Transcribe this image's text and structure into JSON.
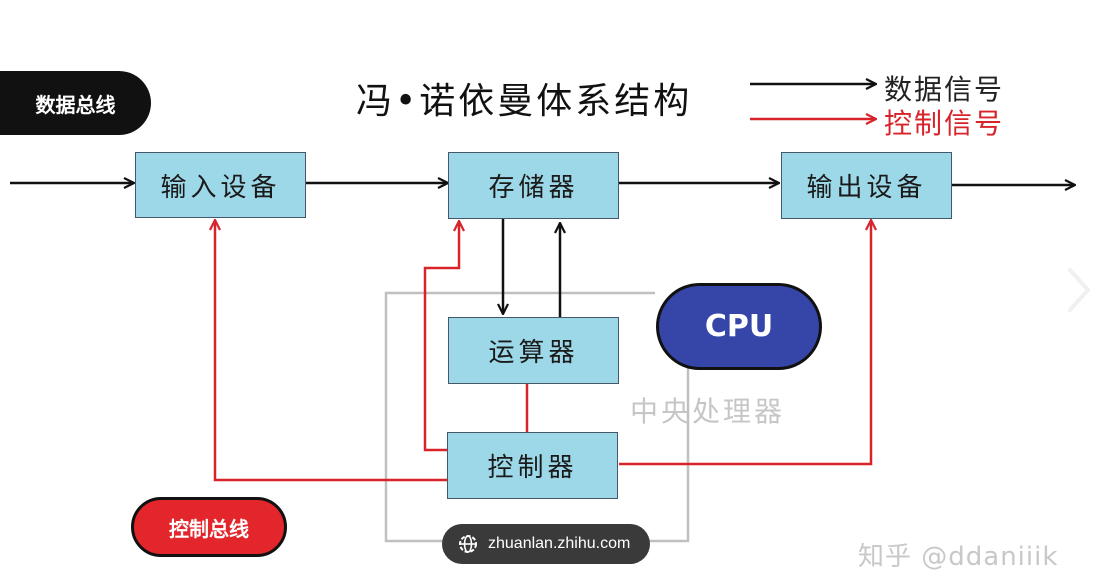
{
  "diagram": {
    "title": "冯•诺依曼体系结构",
    "legend": [
      {
        "label": "数据信号",
        "color": "#111111"
      },
      {
        "label": "控制信号",
        "color": "#d8232a"
      }
    ],
    "badges": {
      "data_bus": "数据总线",
      "control_bus": "控制总线",
      "cpu": "CPU"
    },
    "nodes": {
      "input": "输入设备",
      "memory": "存储器",
      "output": "输出设备",
      "alu": "运算器",
      "controller": "控制器"
    },
    "cpu_region_label": "中央处理器",
    "colors": {
      "node_fill": "#9dd8e8",
      "data_signal": "#111111",
      "control_signal": "#d8232a",
      "cpu_region": "#c0c0c0",
      "cpu_badge": "#3546a8",
      "data_bus_badge": "#111111",
      "control_bus_badge": "#e2262b"
    },
    "edges": [
      {
        "from": "external",
        "to": "input",
        "type": "data"
      },
      {
        "from": "input",
        "to": "memory",
        "type": "data"
      },
      {
        "from": "memory",
        "to": "output",
        "type": "data"
      },
      {
        "from": "output",
        "to": "external",
        "type": "data"
      },
      {
        "from": "memory",
        "to": "alu",
        "type": "data"
      },
      {
        "from": "alu",
        "to": "memory",
        "type": "data"
      },
      {
        "from": "controller",
        "to": "input",
        "type": "control"
      },
      {
        "from": "controller",
        "to": "memory",
        "type": "control"
      },
      {
        "from": "controller",
        "to": "output",
        "type": "control"
      },
      {
        "from": "controller",
        "to": "alu",
        "type": "control"
      }
    ]
  },
  "overlay": {
    "url_chip": "zhuanlan.zhihu.com",
    "watermark": "知乎 @ddaniiik"
  }
}
